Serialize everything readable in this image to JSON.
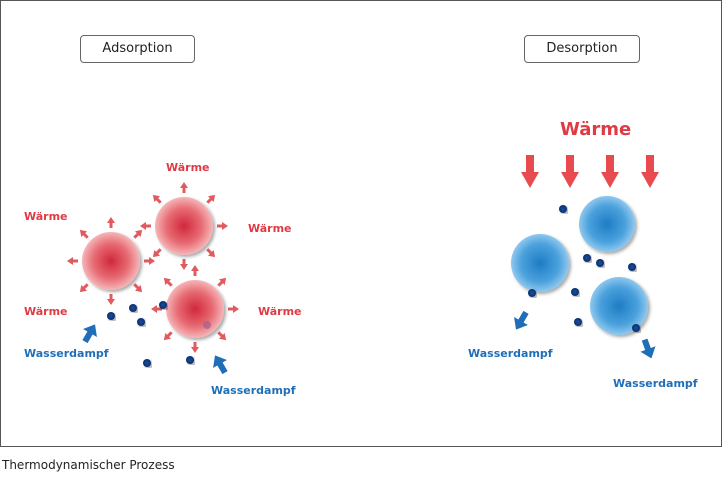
{
  "adsorption": {
    "title": "Adsorption",
    "heat_label": "Wärme",
    "vapor_label": "Wasserdampf"
  },
  "desorption": {
    "title": "Desorption",
    "heat_label": "Wärme",
    "vapor_label": "Wasserdampf"
  },
  "caption": "Thermodynamischer Prozess",
  "colors": {
    "heat": "#e03a44",
    "vapor": "#1f6fb8"
  }
}
